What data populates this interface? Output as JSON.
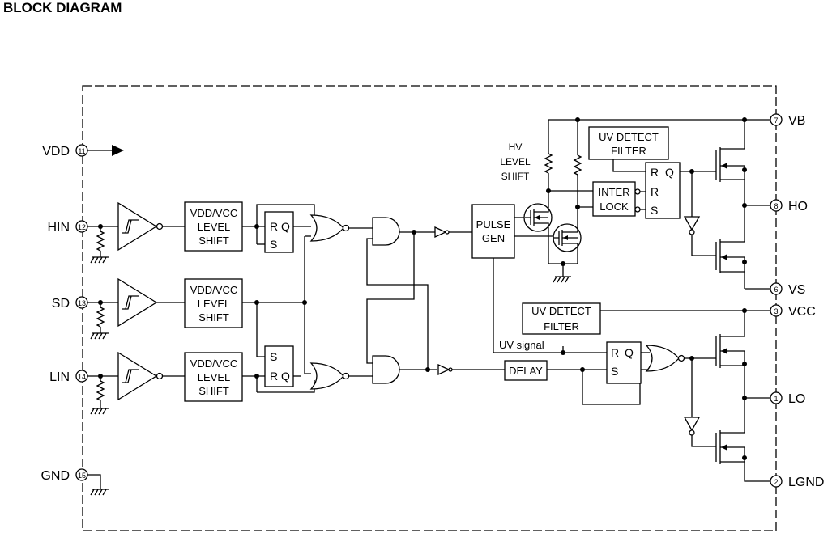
{
  "title": "BLOCK DIAGRAM",
  "pins_left": [
    {
      "num": "11",
      "name": "VDD"
    },
    {
      "num": "12",
      "name": "HIN"
    },
    {
      "num": "13",
      "name": "SD"
    },
    {
      "num": "14",
      "name": "LIN"
    },
    {
      "num": "15",
      "name": "GND"
    }
  ],
  "pins_right": [
    {
      "num": "7",
      "name": "VB"
    },
    {
      "num": "8",
      "name": "HO"
    },
    {
      "num": "6",
      "name": "VS"
    },
    {
      "num": "3",
      "name": "VCC"
    },
    {
      "num": "1",
      "name": "LO"
    },
    {
      "num": "2",
      "name": "LGND"
    }
  ],
  "level_shift": [
    "VDD/VCC",
    "LEVEL",
    "SHIFT"
  ],
  "latch_labels": {
    "r": "R",
    "q": "Q",
    "s": "S"
  },
  "pulse_gen": [
    "PULSE",
    "GEN"
  ],
  "hv_level_shift": [
    "HV",
    "LEVEL",
    "SHIFT"
  ],
  "uv_detect": [
    "UV DETECT",
    "FILTER"
  ],
  "interlock": [
    "INTER",
    "LOCK"
  ],
  "uv_signal": "UV signal",
  "delay": "DELAY"
}
